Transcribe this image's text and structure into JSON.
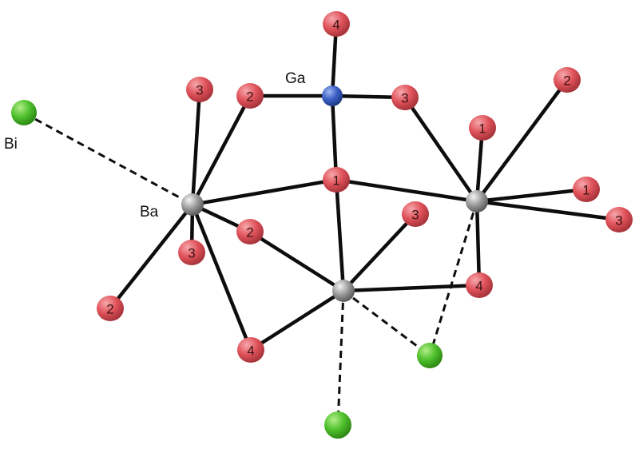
{
  "labels": {
    "bi": "Bi",
    "ga": "Ga",
    "ba": "Ba"
  },
  "colors": {
    "oxygen": "#e0525a",
    "gallium": "#3a5fc4",
    "barium": "#9a9a9a",
    "bismuth": "#4ec02c",
    "bond": "#0d0d0d"
  },
  "oxygen_atoms": [
    {
      "id": "o-top",
      "label": "4"
    },
    {
      "id": "o-left-3",
      "label": "3"
    },
    {
      "id": "o-left-2",
      "label": "2"
    },
    {
      "id": "o-right-3",
      "label": "3"
    },
    {
      "id": "o-far-right-2",
      "label": "2"
    },
    {
      "id": "o-right-1-upper",
      "label": "1"
    },
    {
      "id": "o-center-1",
      "label": "1"
    },
    {
      "id": "o-right-1-lower",
      "label": "1"
    },
    {
      "id": "o-far-right-3",
      "label": "3"
    },
    {
      "id": "o-mid-3",
      "label": "3"
    },
    {
      "id": "o-mid-2",
      "label": "2"
    },
    {
      "id": "o-left-lower-3",
      "label": "3"
    },
    {
      "id": "o-far-left-2",
      "label": "2"
    },
    {
      "id": "o-right-4",
      "label": "4"
    },
    {
      "id": "o-bottom-4",
      "label": "4"
    }
  ]
}
